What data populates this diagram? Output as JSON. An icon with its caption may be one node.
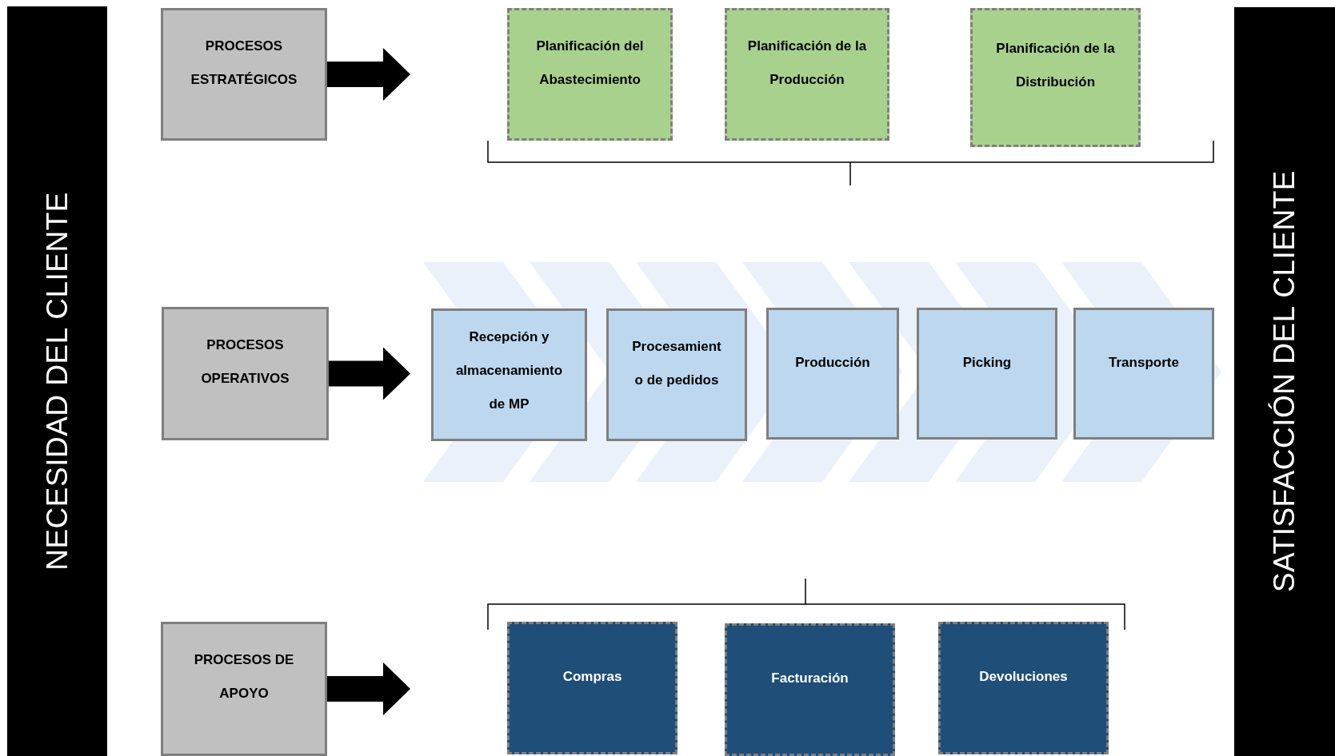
{
  "diagram": {
    "nodes": [
      {
        "text": [
          "NECESIDAD DEL CLIENTE"
        ]
      },
      {
        "text": [
          "SATISFACCIÓN DEL CLIENTE"
        ]
      },
      {
        "text": [
          "PROCESOS ESTRATÉGICOS"
        ]
      },
      {
        "text": [
          "Planificación del Abastecimiento"
        ]
      },
      {
        "text": [
          "Planificación de la Producción"
        ]
      },
      {
        "text": [
          "Planificación de la Distribución"
        ]
      },
      {
        "text": [
          "PROCESOS OPERATIVOS"
        ]
      },
      {
        "text": [
          "Recepción y almacenamiento de MP"
        ]
      },
      {
        "text": [
          "Procesamient o de pedidos"
        ]
      },
      {
        "text": [
          "Producción"
        ]
      },
      {
        "text": [
          "Picking"
        ]
      },
      {
        "text": [
          "Transporte"
        ]
      },
      {
        "text": [
          "PROCESOS DE APOYO"
        ]
      },
      {
        "text": [
          "Compras"
        ]
      },
      {
        "text": [
          "Facturación"
        ]
      },
      {
        "text": [
          "Devoluciones"
        ]
      }
    ],
    "edges": [
      {
        "from": 2,
        "to": null,
        "arrow": "to"
      },
      {
        "from": 6,
        "to": null,
        "arrow": "to"
      },
      {
        "from": 12,
        "to": null,
        "arrow": "to"
      }
    ]
  }
}
